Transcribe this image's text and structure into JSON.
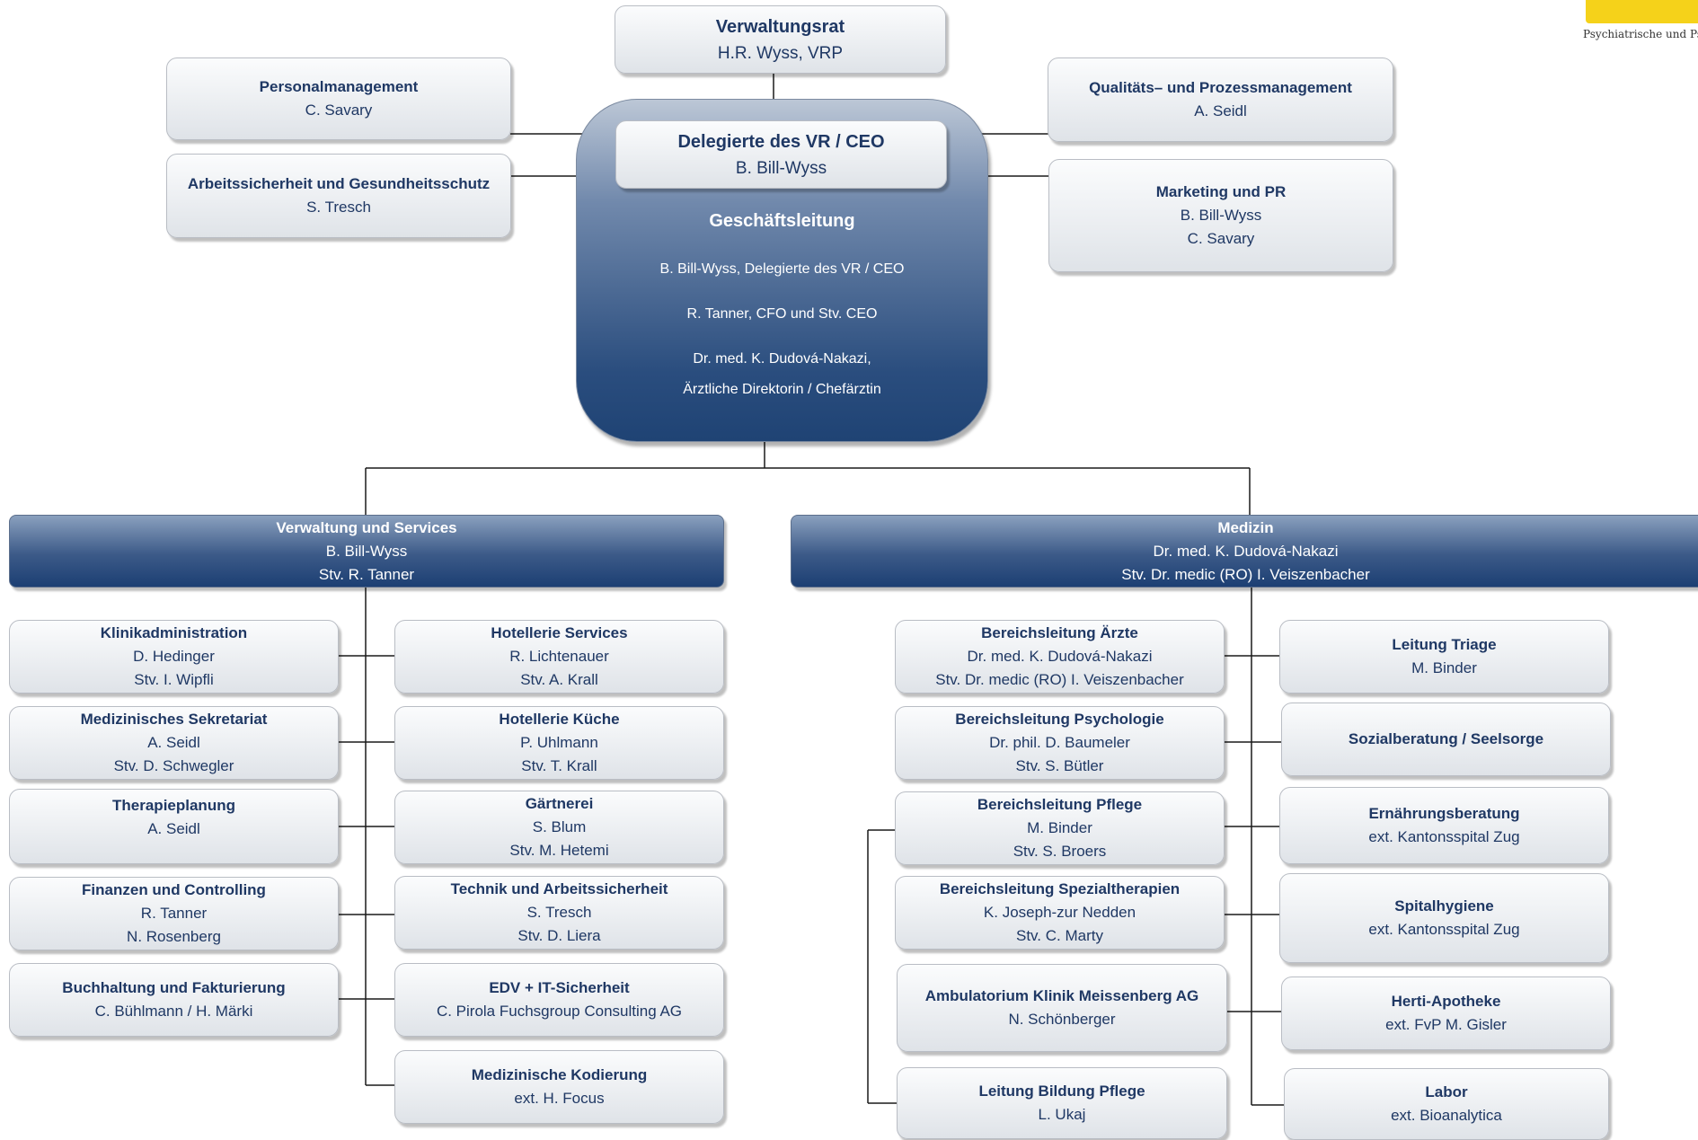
{
  "logo": {
    "caption": "Psychiatrische und Psych"
  },
  "verwaltungsrat": {
    "title": "Verwaltungsrat",
    "lines": [
      "H.R. Wyss, VRP"
    ]
  },
  "ceo": {
    "title": "Delegierte des VR / CEO",
    "lines": [
      "B. Bill-Wyss"
    ]
  },
  "geschaeftsleitung": {
    "title": "Geschäftsleitung",
    "members": [
      "B. Bill-Wyss, Delegierte des VR / CEO",
      "R. Tanner, CFO und Stv. CEO",
      "Dr. med. K. Dudová-Nakazi,",
      "Ärztliche Direktorin / Chefärztin"
    ]
  },
  "staff_left": [
    {
      "title": "Personalmanagement",
      "lines": [
        "C. Savary"
      ]
    },
    {
      "title": "Arbeitssicherheit und  Gesundheitsschutz",
      "lines": [
        "S. Tresch"
      ]
    }
  ],
  "staff_right": [
    {
      "title": "Qualitäts– und Prozessmanagement",
      "lines": [
        "A. Seidl"
      ]
    },
    {
      "title": "Marketing und PR",
      "lines": [
        "B. Bill-Wyss",
        "C. Savary"
      ]
    }
  ],
  "verwaltung": {
    "header": {
      "title": "Verwaltung und Services",
      "lines": [
        "B. Bill-Wyss",
        "Stv. R. Tanner"
      ]
    },
    "left": [
      {
        "title": "Klinikadministration",
        "lines": [
          "D. Hedinger",
          "Stv. I. Wipfli"
        ]
      },
      {
        "title": "Medizinisches Sekretariat",
        "lines": [
          "A. Seidl",
          "Stv. D. Schwegler"
        ]
      },
      {
        "title": "Therapieplanung",
        "lines": [
          "A. Seidl"
        ]
      },
      {
        "title": "Finanzen und Controlling",
        "lines": [
          "R. Tanner",
          "N. Rosenberg"
        ]
      },
      {
        "title": "Buchhaltung und Fakturierung",
        "lines": [
          "C. Bühlmann / H. Märki"
        ]
      }
    ],
    "right": [
      {
        "title": "Hotellerie Services",
        "lines": [
          "R. Lichtenauer",
          "Stv. A. Krall"
        ]
      },
      {
        "title": "Hotellerie Küche",
        "lines": [
          "P. Uhlmann",
          "Stv. T. Krall"
        ]
      },
      {
        "title": "Gärtnerei",
        "lines": [
          "S. Blum",
          "Stv. M. Hetemi"
        ]
      },
      {
        "title": "Technik und Arbeitssicherheit",
        "lines": [
          "S. Tresch",
          "Stv. D. Liera"
        ]
      },
      {
        "title": "EDV + IT-Sicherheit",
        "lines": [
          "C. Pirola Fuchsgroup Consulting AG"
        ]
      },
      {
        "title": "Medizinische Kodierung",
        "lines": [
          "ext. H. Focus"
        ]
      }
    ]
  },
  "medizin": {
    "header": {
      "title": "Medizin",
      "lines": [
        "Dr. med. K. Dudová-Nakazi",
        "Stv. Dr. medic (RO)  I. Veiszenbacher"
      ]
    },
    "left": [
      {
        "title": "Bereichsleitung Ärzte",
        "lines": [
          "Dr. med. K. Dudová-Nakazi",
          "Stv. Dr. medic (RO)  I. Veiszenbacher"
        ]
      },
      {
        "title": "Bereichsleitung Psychologie",
        "lines": [
          "Dr. phil. D. Baumeler",
          "Stv. S. Bütler"
        ]
      },
      {
        "title": "Bereichsleitung Pflege",
        "lines": [
          "M. Binder",
          "Stv. S. Broers"
        ]
      },
      {
        "title": "Bereichsleitung Spezialtherapien",
        "lines": [
          "K. Joseph-zur Nedden",
          "Stv. C. Marty"
        ]
      },
      {
        "title": "Ambulatorium Klinik Meissenberg AG",
        "lines": [
          "N. Schönberger"
        ]
      },
      {
        "title": "Leitung Bildung Pflege",
        "lines": [
          "L. Ukaj"
        ]
      }
    ],
    "right": [
      {
        "title": "Leitung Triage",
        "lines": [
          "M. Binder"
        ]
      },
      {
        "title": "Sozialberatung / Seelsorge",
        "lines": []
      },
      {
        "title": "Ernährungsberatung",
        "lines": [
          "ext. Kantonsspital Zug"
        ]
      },
      {
        "title": "Spitalhygiene",
        "lines": [
          "ext. Kantonsspital Zug"
        ]
      },
      {
        "title": "Herti-Apotheke",
        "lines": [
          "ext. FvP M. Gisler"
        ]
      },
      {
        "title": "Labor",
        "lines": [
          "ext. Bioanalytica"
        ]
      }
    ]
  }
}
